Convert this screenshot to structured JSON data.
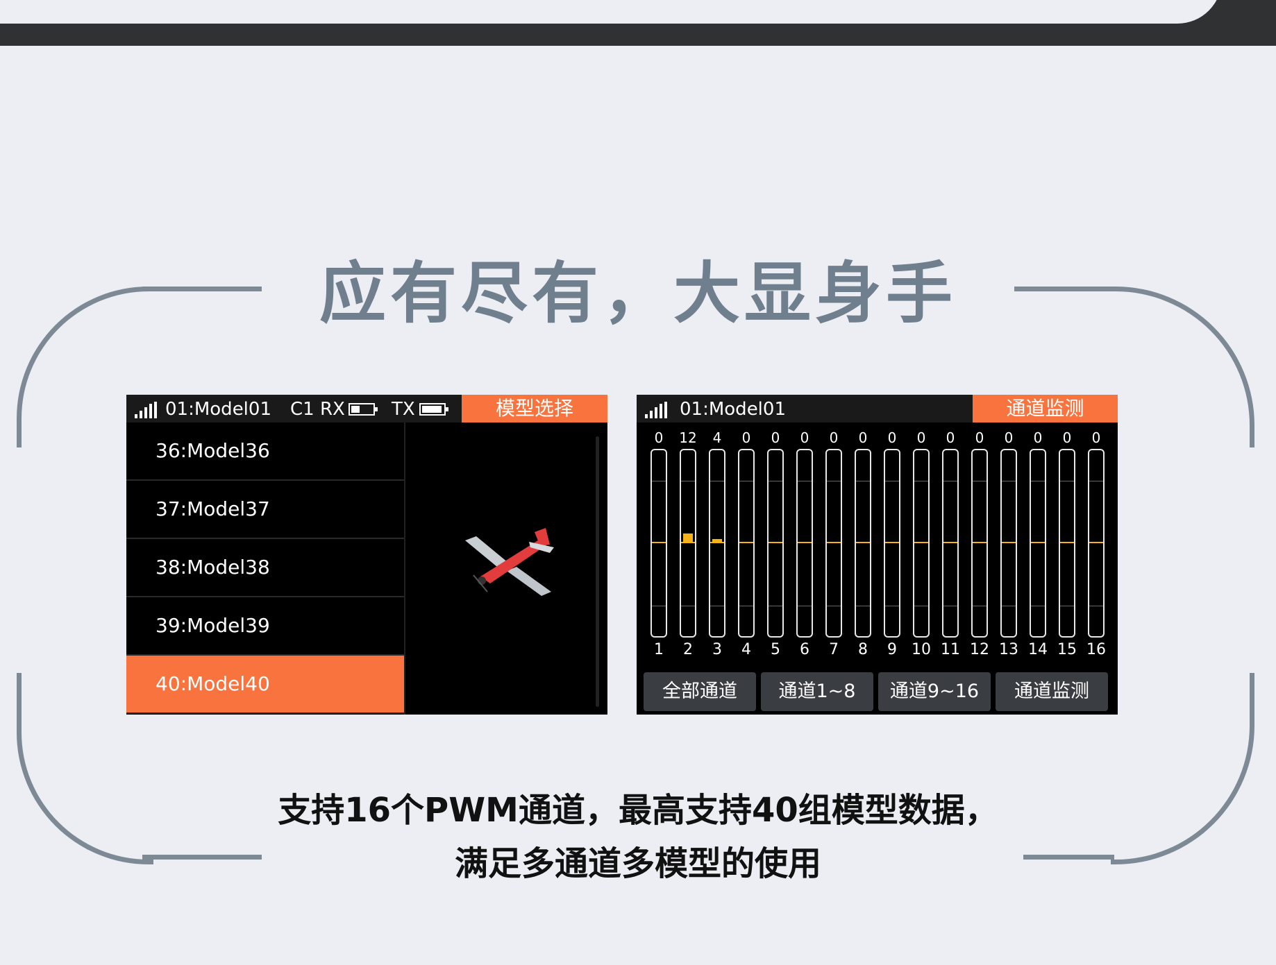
{
  "headline": "应有尽有，大显身手",
  "left_screen": {
    "model_name": "01:Model01",
    "rx_label": "C1 RX",
    "tx_label": "TX",
    "tab": "模型选择",
    "models": [
      {
        "label": "36:Model36",
        "selected": false
      },
      {
        "label": "37:Model37",
        "selected": false
      },
      {
        "label": "38:Model38",
        "selected": false
      },
      {
        "label": "39:Model39",
        "selected": false
      },
      {
        "label": "40:Model40",
        "selected": true
      }
    ],
    "preview_icon": "airplane-icon"
  },
  "right_screen": {
    "model_name": "01:Model01",
    "tab": "通道监测",
    "channel_values": [
      "0",
      "12",
      "4",
      "0",
      "0",
      "0",
      "0",
      "0",
      "0",
      "0",
      "0",
      "0",
      "0",
      "0",
      "0",
      "0"
    ],
    "channel_numbers": [
      "1",
      "2",
      "3",
      "4",
      "5",
      "6",
      "7",
      "8",
      "9",
      "10",
      "11",
      "12",
      "13",
      "14",
      "15",
      "16"
    ],
    "buttons": [
      "全部通道",
      "通道1~8",
      "通道9~16",
      "通道监测"
    ]
  },
  "caption": {
    "line1": "支持16个PWM通道，最高支持40组模型数据，",
    "line2": "满足多通道多模型的使用"
  },
  "colors": {
    "accent": "#f8733e",
    "channel_bar": "#f3b319",
    "decor": "#7d8a95"
  }
}
